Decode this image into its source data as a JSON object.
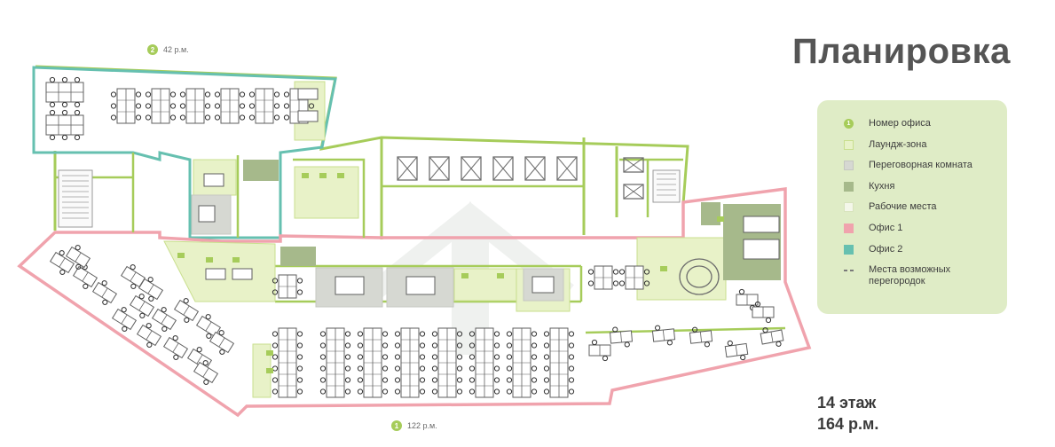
{
  "title": "Планировка",
  "offices": [
    {
      "num": "2",
      "seats": "42 р.м."
    },
    {
      "num": "1",
      "seats": "122 р.м."
    }
  ],
  "legend": [
    {
      "key": "office_number",
      "label": "Номер офиса",
      "icon_text": "1"
    },
    {
      "key": "lounge",
      "label": "Лаундж-зона"
    },
    {
      "key": "meeting",
      "label": "Переговорная комната"
    },
    {
      "key": "kitchen",
      "label": "Кухня"
    },
    {
      "key": "workplaces",
      "label": "Рабочие места"
    },
    {
      "key": "office1",
      "label": "Офис 1"
    },
    {
      "key": "office2",
      "label": "Офис 2"
    },
    {
      "key": "partitions",
      "label": "Места возможных перегородок"
    }
  ],
  "floor": {
    "level": "14 этаж",
    "total": "164 р.м."
  },
  "colors": {
    "office1_border": "#f0a3ad",
    "office2_border": "#66c0b0",
    "wall": "#a6cc5a",
    "lounge": "#e8f2c8",
    "meeting": "#d6d8d2",
    "kitchen": "#a6b98b",
    "legend_bg": "#dfecc6",
    "accent": "#a6cc5a"
  }
}
